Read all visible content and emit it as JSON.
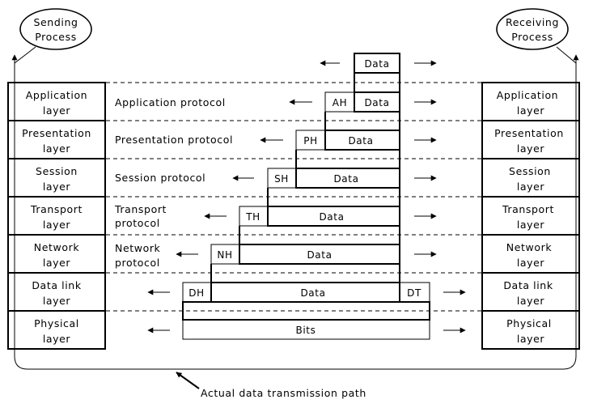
{
  "processes": {
    "sending": [
      "Sending",
      "Process"
    ],
    "receiving": [
      "Receiving",
      "Process"
    ]
  },
  "layers": [
    {
      "name": [
        "Application",
        "layer"
      ]
    },
    {
      "name": [
        "Presentation",
        "layer"
      ]
    },
    {
      "name": [
        "Session",
        "layer"
      ]
    },
    {
      "name": [
        "Transport",
        "layer"
      ]
    },
    {
      "name": [
        "Network",
        "layer"
      ]
    },
    {
      "name": [
        "Data link",
        "layer"
      ]
    },
    {
      "name": [
        "Physical",
        "layer"
      ]
    }
  ],
  "protocols": [
    [
      "Application protocol"
    ],
    [
      "Presentation protocol"
    ],
    [
      "Session protocol"
    ],
    [
      "Transport",
      "protocol"
    ],
    [
      "Network",
      "protocol"
    ]
  ],
  "headers": [
    "AH",
    "PH",
    "SH",
    "TH",
    "NH",
    "DH"
  ],
  "trailer": "DT",
  "data_label": "Data",
  "bits_label": "Bits",
  "path_caption": "Actual data transmission path"
}
